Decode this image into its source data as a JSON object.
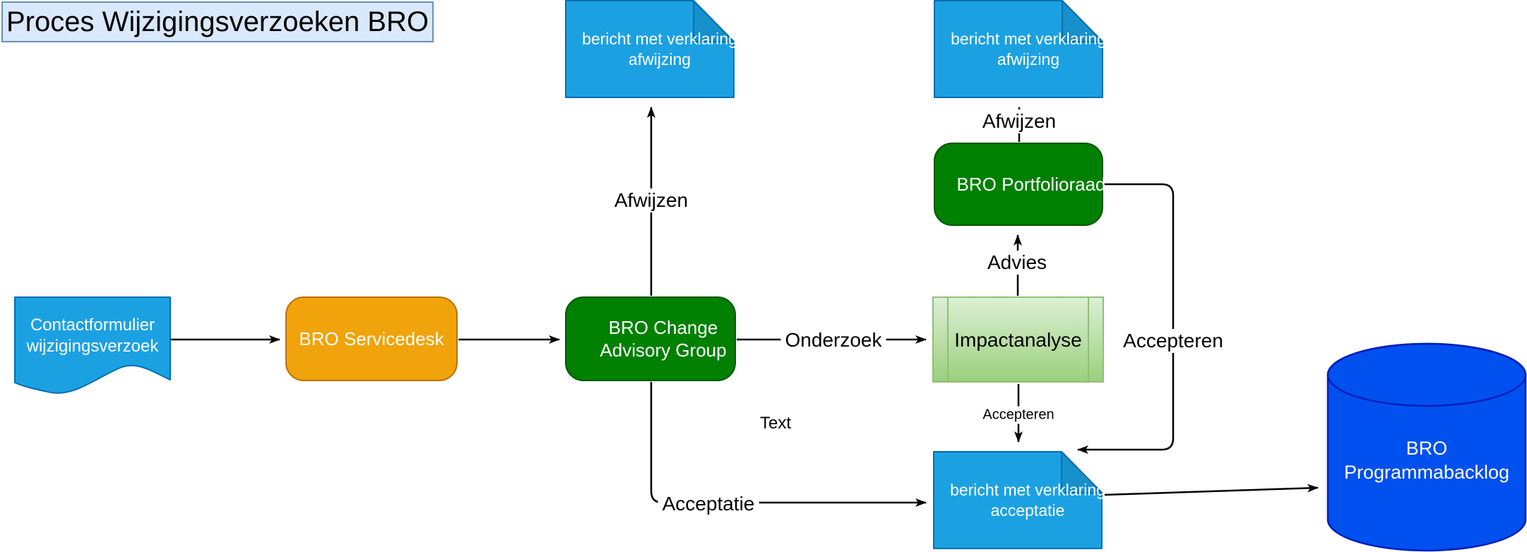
{
  "title": {
    "label": "Proces Wijzigingsverzoeken BRO"
  },
  "nodes": {
    "contact_form": {
      "label": "Contactformulier wijzigingsverzoek"
    },
    "servicedesk": {
      "label": "BRO Servicedesk"
    },
    "change_advisory_group": {
      "label": "BRO Change Advisory Group"
    },
    "rejection_note_left": {
      "label": "bericht met verklaring afwijzing"
    },
    "rejection_note_right": {
      "label": "bericht met verklaring afwijzing"
    },
    "portfolio_board": {
      "label": "BRO Portfolioraad"
    },
    "impact_analysis": {
      "label": "Impactanalyse"
    },
    "acceptance_note": {
      "label": "bericht met verklaring acceptatie"
    },
    "program_backlog": {
      "label": "BRO Programmabacklog"
    }
  },
  "edge_labels": {
    "afwijzen_left": "Afwijzen",
    "afwijzen_right": "Afwijzen",
    "advies": "Advies",
    "onderzoek": "Onderzoek",
    "accepteren_loop": "Accepteren",
    "accepteren_impact": "Accepteren",
    "acceptatie": "Acceptatie",
    "floating_text": "Text"
  },
  "colors": {
    "note_blue": "#1ba1e2",
    "note_blue_border": "#006eaf",
    "note_fold": "#1590cb",
    "orange": "#f0a30a",
    "orange_border": "#bd7000",
    "green": "#008000",
    "green_border": "#005700",
    "process_green_border": "#82b366",
    "cylinder_blue": "#0050ef",
    "cylinder_blue_border": "#001dbc",
    "title_bg": "#dae8fc",
    "title_border": "#6c8ebf",
    "connector": "#000000"
  }
}
